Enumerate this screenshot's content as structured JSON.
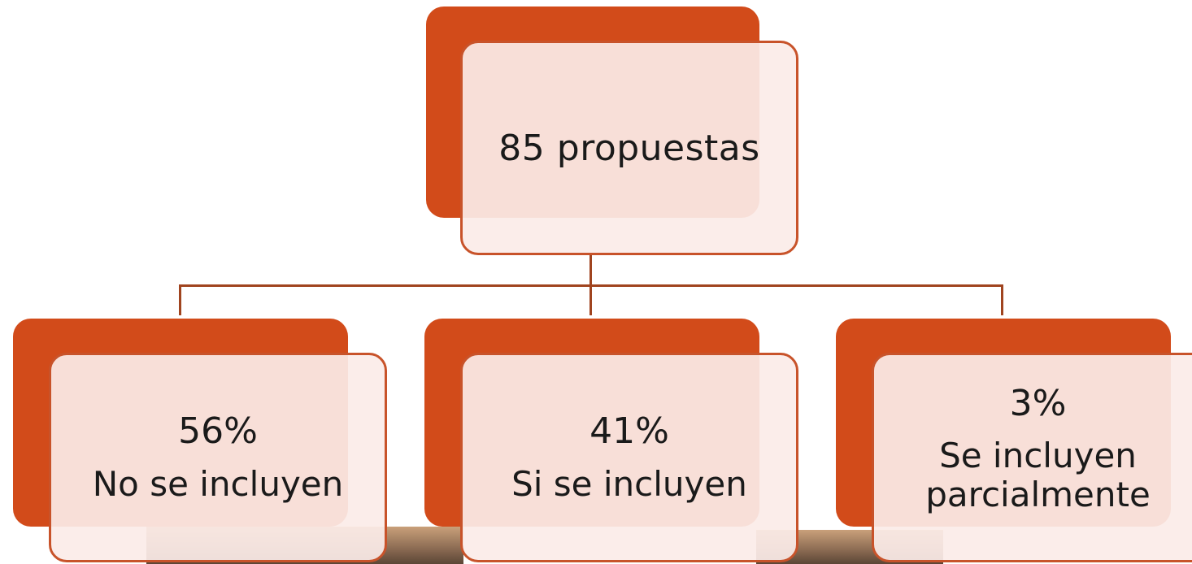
{
  "root": {
    "label": "85 propuestas"
  },
  "children": [
    {
      "percent": "56%",
      "label": "No se incluyen"
    },
    {
      "percent": "41%",
      "label": "Si se incluyen"
    },
    {
      "percent": "3%",
      "label_line1": "Se incluyen",
      "label_line2": "parcialmente"
    }
  ],
  "colors": {
    "accent": "#d24b1a",
    "box_fill": "#fbece8",
    "border": "#c8532a",
    "connector": "#a0441f"
  }
}
